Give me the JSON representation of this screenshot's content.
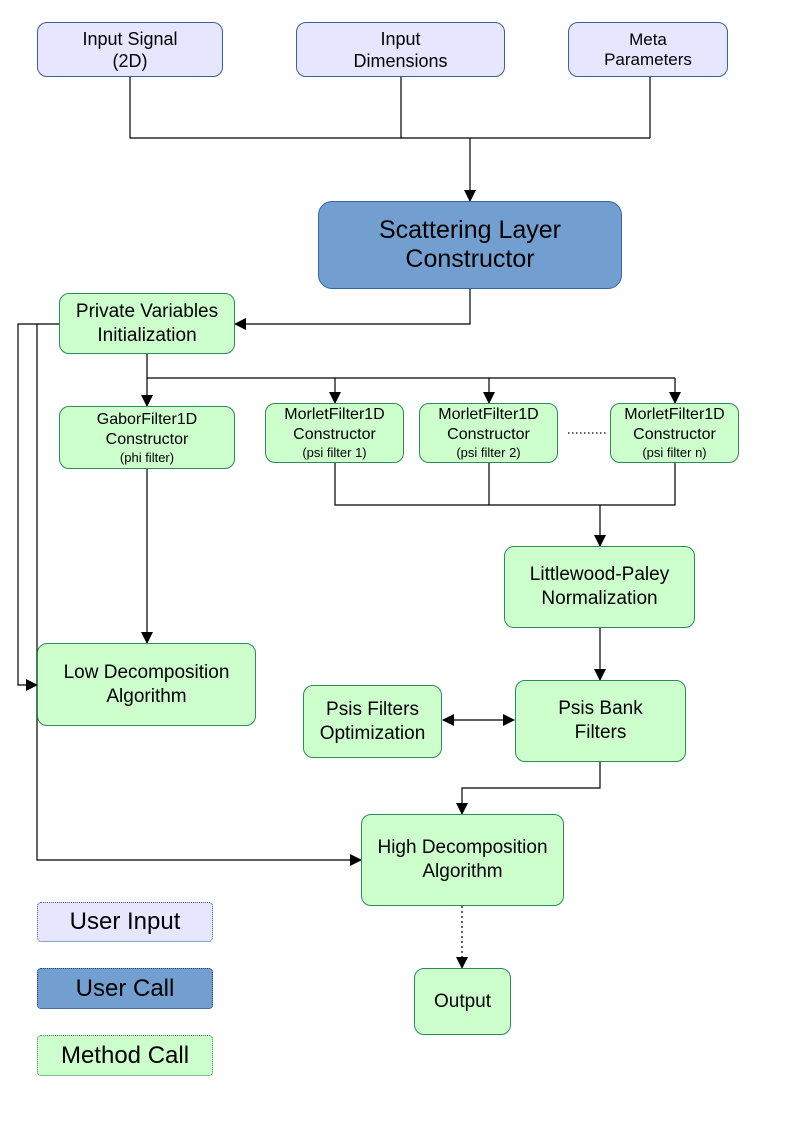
{
  "inputs": {
    "signal": [
      "Input Signal",
      "(2D)"
    ],
    "dimensions": [
      "Input",
      "Dimensions"
    ],
    "meta": [
      "Meta",
      "Parameters"
    ]
  },
  "scattering": [
    "Scattering Layer",
    "Constructor"
  ],
  "private_vars": [
    "Private Variables",
    "Initialization"
  ],
  "gabor": {
    "lines": [
      "GaborFilter1D",
      "Constructor"
    ],
    "note": "(phi filter)"
  },
  "morlets": [
    {
      "lines": [
        "MorletFilter1D",
        "Constructor"
      ],
      "note": "(psi filter 1)"
    },
    {
      "lines": [
        "MorletFilter1D",
        "Constructor"
      ],
      "note": "(psi filter 2)"
    },
    {
      "lines": [
        "MorletFilter1D",
        "Constructor"
      ],
      "note": "(psi filter n)"
    }
  ],
  "littlewood": [
    "Littlewood-Paley",
    "Normalization"
  ],
  "low_decomp": [
    "Low Decomposition",
    "Algorithm"
  ],
  "psis_opt": [
    "Psis Filters",
    "Optimization"
  ],
  "psis_bank": [
    "Psis Bank",
    "Filters"
  ],
  "high_decomp": [
    "High Decomposition",
    "Algorithm"
  ],
  "output": "Output",
  "legend": {
    "user_input": "User Input",
    "user_call": "User Call",
    "method_call": "Method Call"
  },
  "colors": {
    "user_input": "#e6e6ff",
    "user_call": "#729fcf",
    "method_call": "#ccffcc"
  }
}
